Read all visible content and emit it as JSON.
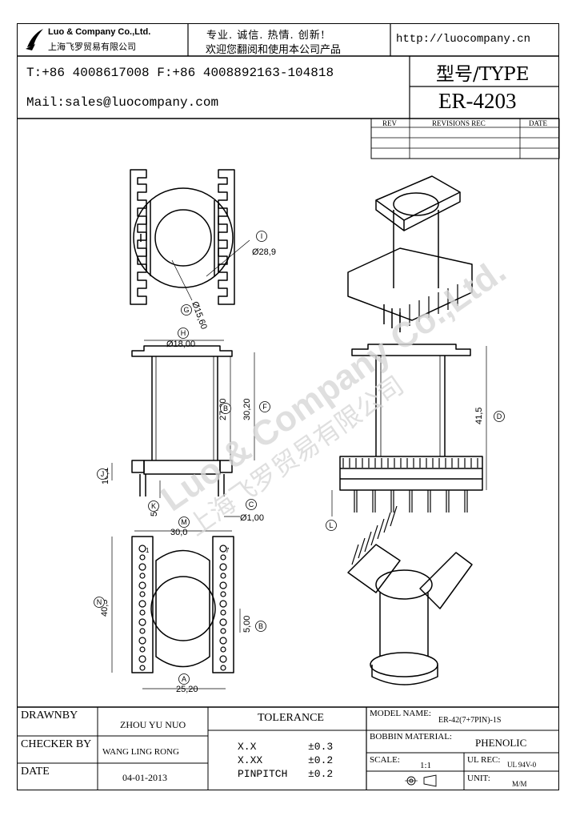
{
  "header": {
    "company_name": "Luo & Company Co.,Ltd.",
    "company_name_cn": "上海飞罗贸易有限公司",
    "slogan_line1": "专业. 诚信. 热情. 创新!",
    "slogan_line2": "欢迎您翻阅和使用本公司产品",
    "website": "http://luocompany.cn",
    "phone_fax": "T:+86 4008617008 F:+86 4008892163-104818",
    "mail": "Mail:sales@luocompany.com",
    "type_label": "型号/TYPE",
    "type_value": "ER-4203"
  },
  "revisions": {
    "headers": [
      "REV",
      "REVISIONS REC",
      "DATE"
    ]
  },
  "drawing": {
    "dims": {
      "i_d": "Ø28,9",
      "g_d": "Ø15,60",
      "h_d": "Ø18,00",
      "b_h": "27,30",
      "f_h": "30,20",
      "d_h": "41,5",
      "j_h": "10,1",
      "k_h": "5,5",
      "c_d": "Ø1,00",
      "m_w": "30,0",
      "n_h": "40,5",
      "b2_h": "5,00",
      "a_w": "25,20"
    },
    "markers": {
      "a": "A",
      "b": "B",
      "c": "C",
      "d": "D",
      "f": "F",
      "g": "G",
      "h": "H",
      "i": "I",
      "j": "J",
      "k": "K",
      "l": "L",
      "m": "M",
      "n": "N"
    },
    "pin_numbers": {
      "p1": "1",
      "p7": "7"
    },
    "watermark_en": "Luo & Company Co.,Ltd.",
    "watermark_cn": "上海飞罗贸易有限公司"
  },
  "title_block": {
    "drawnby_label": "DRAWNBY",
    "drawnby_value": "ZHOU YU NUO",
    "checker_label": "CHECKER BY",
    "checker_value": "WANG LING RONG",
    "date_label": "DATE",
    "date_value": "04-01-2013",
    "tolerance_label": "TOLERANCE",
    "tol_rows": [
      {
        "key": "X.X",
        "value": "±0.3"
      },
      {
        "key": "X.XX",
        "value": "±0.2"
      },
      {
        "key": "PINPITCH",
        "value": "±0.2"
      }
    ],
    "model_label": "MODEL NAME:",
    "model_value": "ER-42(7+7PIN)-1S",
    "bobbin_label": "BOBBIN MATERIAL:",
    "bobbin_value": "PHENOLIC",
    "scale_label": "SCALE:",
    "scale_value": "1:1",
    "ulrec_label": "UL REC:",
    "ulrec_value": "UL 94V-0",
    "unit_label": "UNIT:",
    "unit_value": "M/M"
  }
}
